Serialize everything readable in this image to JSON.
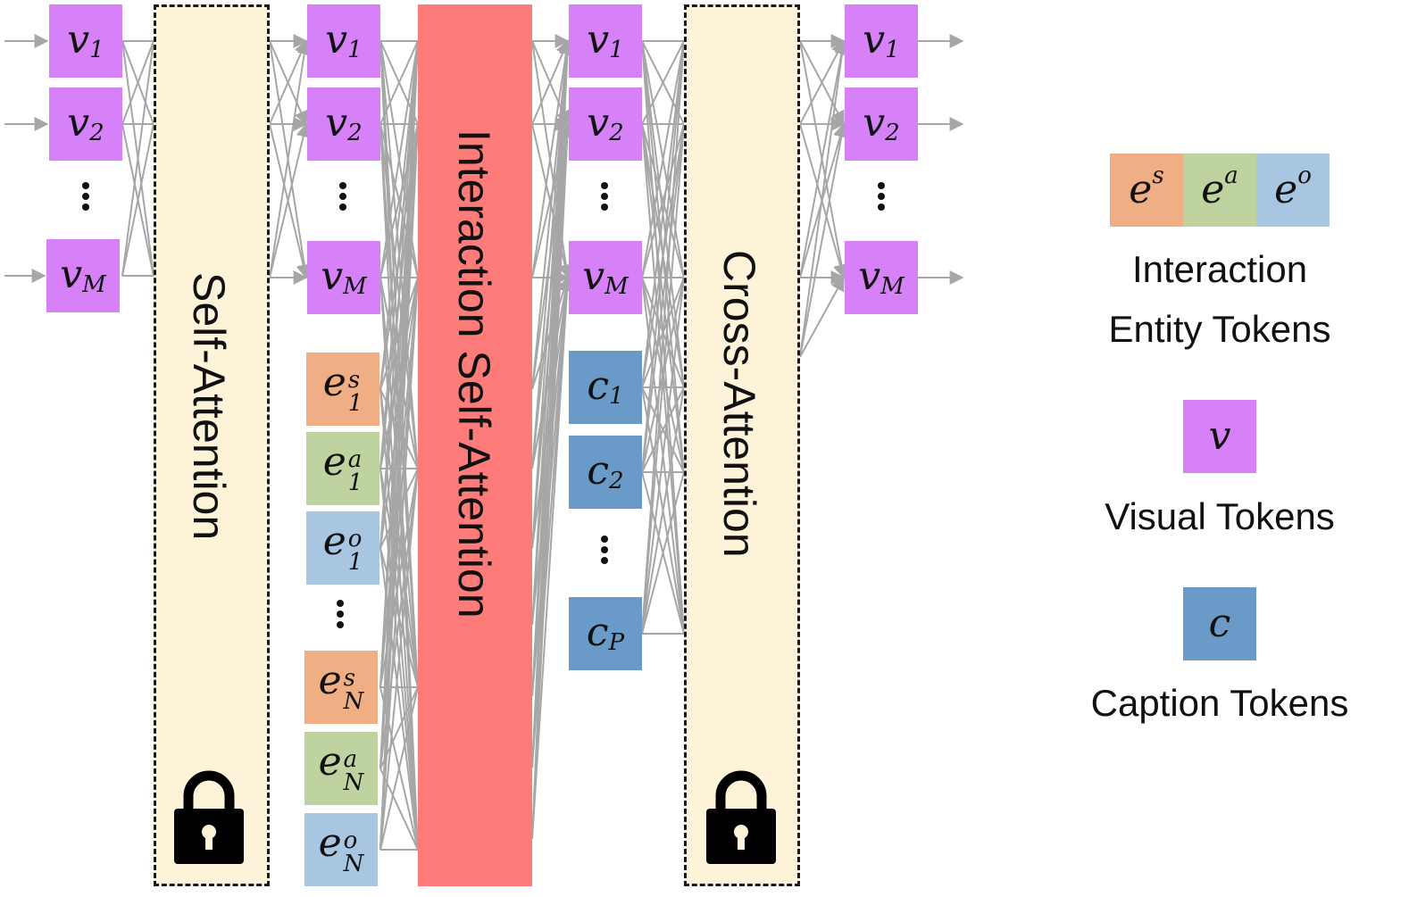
{
  "blocks": {
    "self_attention": "Self-Attention",
    "interaction_self_attention": "Interaction Self-Attention",
    "cross_attention": "Cross-Attention"
  },
  "tokens": {
    "v1": {
      "base": "v",
      "sub": "1"
    },
    "v2": {
      "base": "v",
      "sub": "2"
    },
    "vM": {
      "base": "v",
      "sub": "M"
    },
    "es1": {
      "base": "e",
      "sup": "s",
      "sub": "1"
    },
    "ea1": {
      "base": "e",
      "sup": "a",
      "sub": "1"
    },
    "eo1": {
      "base": "e",
      "sup": "o",
      "sub": "1"
    },
    "esN": {
      "base": "e",
      "sup": "s",
      "sub": "N"
    },
    "eaN": {
      "base": "e",
      "sup": "a",
      "sub": "N"
    },
    "eoN": {
      "base": "e",
      "sup": "o",
      "sub": "N"
    },
    "c1": {
      "base": "c",
      "sub": "1"
    },
    "c2": {
      "base": "c",
      "sub": "2"
    },
    "cP": {
      "base": "c",
      "sub": "P"
    }
  },
  "legend": {
    "entity": {
      "es": "s",
      "ea": "a",
      "eo": "o",
      "base": "e",
      "label_line1": "Interaction",
      "label_line2": "Entity Tokens"
    },
    "visual": {
      "symbol": "v",
      "label": "Visual Tokens"
    },
    "caption": {
      "symbol": "c",
      "label": "Caption Tokens"
    }
  },
  "colors": {
    "visual": "#d681f7",
    "caption": "#6a9ac8",
    "entity_s": "#efae84",
    "entity_a": "#bfd3a0",
    "entity_o": "#a8c6e2",
    "frozen_block": "#fdf3d9",
    "interaction_block": "#fd7b79",
    "arrows": "#a6a6a6"
  },
  "icons": {
    "frozen": "lock-icon"
  }
}
